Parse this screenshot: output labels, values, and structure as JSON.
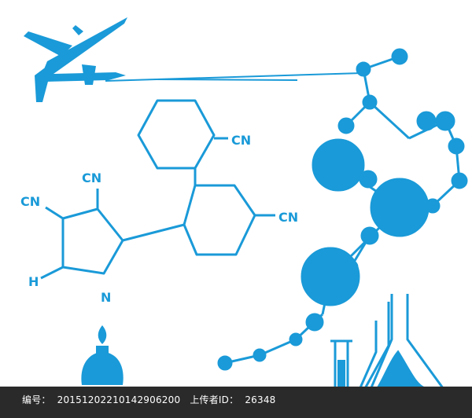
{
  "colors": {
    "primary": "#1a9ad8",
    "footer_bg": "#2a2a2a",
    "footer_text": "#ffffff"
  },
  "icons": [
    "airplane-icon",
    "molecule-chain",
    "alcohol-lamp-icon",
    "test-tube-icon",
    "flask-icon"
  ],
  "labels": {
    "cn_top": "CN",
    "cn_right": "CN",
    "cn_left1": "CN",
    "cn_left2": "CN",
    "h": "H",
    "n": "N"
  },
  "footer": {
    "id_label": "编号：",
    "id_value": "20151202210142906200",
    "uploader_label": "上传者ID：",
    "uploader_value": "26348"
  }
}
